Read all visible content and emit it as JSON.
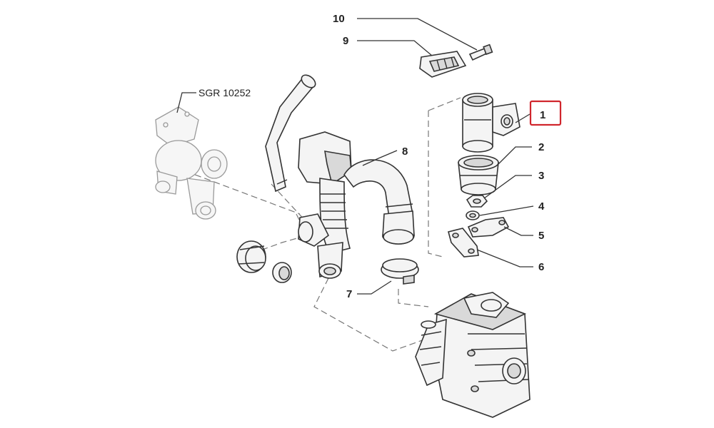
{
  "diagram": {
    "reference": "SGR 10252",
    "highlight_color": "#d0262d",
    "callouts": [
      {
        "id": "1",
        "label": "1",
        "highlighted": true
      },
      {
        "id": "2",
        "label": "2"
      },
      {
        "id": "3",
        "label": "3"
      },
      {
        "id": "4",
        "label": "4"
      },
      {
        "id": "5",
        "label": "5"
      },
      {
        "id": "6",
        "label": "6"
      },
      {
        "id": "7",
        "label": "7"
      },
      {
        "id": "8",
        "label": "8"
      },
      {
        "id": "9",
        "label": "9"
      },
      {
        "id": "10",
        "label": "10"
      }
    ]
  }
}
